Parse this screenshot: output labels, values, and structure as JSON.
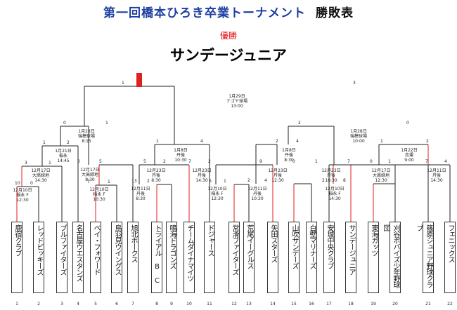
{
  "header": {
    "title": "第一回橋本ひろき卒業トーナメント",
    "subtitle": "勝敗表"
  },
  "result": {
    "label": "優勝",
    "champion": "サンデージュニア"
  },
  "teams": [
    {
      "no": "1",
      "name": "鹿宿クラブ",
      "sub": ""
    },
    {
      "no": "2",
      "name": "レッドビッキーズ",
      "sub": ""
    },
    {
      "no": "3",
      "name": "ブルファイターズ",
      "sub": ""
    },
    {
      "no": "4",
      "name": "名古屋ウエスタンズ",
      "sub": ""
    },
    {
      "no": "5",
      "name": "ベイ・フォワード",
      "sub": ""
    },
    {
      "no": "6",
      "name": "鳥羽見ウイングス",
      "sub": ""
    },
    {
      "no": "7",
      "name": "旭北ホークス",
      "sub": ""
    },
    {
      "no": "8",
      "name": "トライアル",
      "sub": "B C"
    },
    {
      "no": "9",
      "name": "鳴海ドラゴンズ",
      "sub": ""
    },
    {
      "no": "10",
      "name": "チームダイナマイツ",
      "sub": ""
    },
    {
      "no": "11",
      "name": "ドジャース",
      "sub": ""
    },
    {
      "no": "12",
      "name": "常滑ファイターズ",
      "sub": ""
    },
    {
      "no": "13",
      "name": "荒尾イーグルス",
      "sub": ""
    },
    {
      "no": "14",
      "name": "矢田スターズ",
      "sub": ""
    },
    {
      "no": "15",
      "name": "山吹サンデーズ",
      "sub": ""
    },
    {
      "no": "16",
      "name": "白壁マリナーズ",
      "sub": ""
    },
    {
      "no": "17",
      "name": "安城中央クラブ",
      "sub": ""
    },
    {
      "no": "18",
      "name": "サンデージュニア",
      "sub": ""
    },
    {
      "no": "19",
      "name": "東海ガッツ",
      "sub": ""
    },
    {
      "no": "20",
      "name": "刈谷ボバイズ少年野球団",
      "sub": ""
    },
    {
      "no": "21",
      "name": "篠原ジュニア野球クラブ",
      "sub": ""
    },
    {
      "no": "22",
      "name": "フェニックス",
      "sub": ""
    }
  ],
  "matches": [
    {
      "lines": [
        "12月10日",
        "稲永 F",
        "12:30"
      ],
      "s": [
        "10",
        "0"
      ]
    },
    {
      "lines": [
        "12月17日",
        "大高緑地",
        "14:30"
      ],
      "s": [
        "3",
        "1"
      ]
    },
    {
      "lines": [
        "1月21日",
        "稲永",
        "14:45"
      ],
      "s": [
        "1",
        "2"
      ]
    },
    {
      "lines": [
        "12月10日",
        "稲永 F",
        "10:30"
      ],
      "s": [
        "7",
        "1"
      ]
    },
    {
      "lines": [
        "12月17日",
        "大高緑地",
        "8:30"
      ],
      "s": [
        "0",
        "5"
      ]
    },
    {
      "lines": [
        "1月28日",
        "瑞穂球場",
        "8:15"
      ],
      "s": [
        "0",
        "1"
      ]
    },
    {
      "lines": [
        "12月11日",
        "丹後",
        "8:30"
      ],
      "s": [
        "13",
        "2"
      ]
    },
    {
      "lines": [
        "12月23日",
        "丹後",
        "8:30"
      ],
      "s": [
        "5",
        "2"
      ]
    },
    {
      "lines": [
        "1月8日",
        "丹後",
        "10:30"
      ],
      "s": [
        "1",
        "4"
      ]
    },
    {
      "lines": [
        "12月10日",
        "稲永 F",
        "12:30"
      ],
      "s": [
        "6",
        "1"
      ]
    },
    {
      "lines": [
        "12月23日",
        "丹後",
        "14:30"
      ],
      "s": [
        "7",
        "2"
      ]
    },
    {
      "lines": [
        "1月29日",
        "ナゴヤ球場",
        "13:00"
      ],
      "s": [
        "1",
        "3"
      ]
    },
    {
      "lines": [
        "12月11日",
        "丹後",
        "10:30"
      ],
      "s": [
        "2",
        "4"
      ]
    },
    {
      "lines": [
        "12月23日",
        "丹後",
        "12:30"
      ],
      "s": [
        "9",
        "0"
      ]
    },
    {
      "lines": [
        "1月8日",
        "丹後",
        "8:30"
      ],
      "s": [
        "2",
        "4"
      ]
    },
    {
      "lines": [
        "12月10日",
        "稲永 F",
        "14:30"
      ],
      "s": [
        "2",
        "8"
      ]
    },
    {
      "lines": [
        "12月23日",
        "丹後",
        "10:30"
      ],
      "s": [
        "1",
        "7"
      ]
    },
    {
      "lines": [
        "1月28日",
        "瑞穂球場",
        "10:00"
      ],
      "s": [
        "2",
        "0"
      ]
    },
    {
      "lines": [
        "12月17日",
        "大高緑地",
        "12:30"
      ],
      "s": [
        "0",
        "1"
      ]
    },
    {
      "lines": [
        "1月22日",
        "志運",
        "9:00"
      ],
      "s": [
        "1",
        "2"
      ]
    },
    {
      "lines": [
        "12月11日",
        "丹後",
        "14:30"
      ],
      "s": [
        "7",
        "4"
      ]
    }
  ]
}
